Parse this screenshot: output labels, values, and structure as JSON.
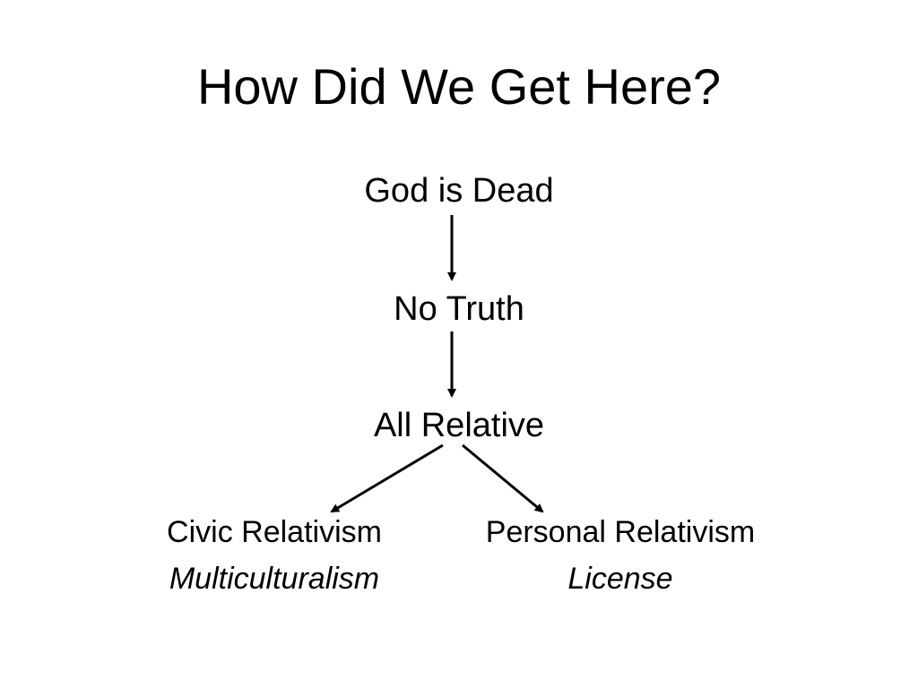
{
  "slide": {
    "title": "How Did We Get Here?"
  },
  "diagram": {
    "nodes": {
      "god_is_dead": "God is Dead",
      "no_truth": "No Truth",
      "all_relative": "All Relative"
    },
    "branches": {
      "left": {
        "title": "Civic Relativism",
        "subtitle": "Multiculturalism"
      },
      "right": {
        "title": "Personal Relativism",
        "subtitle": "License"
      }
    }
  },
  "colors": {
    "background": "#ffffff",
    "text": "#000000",
    "arrow": "#000000"
  }
}
